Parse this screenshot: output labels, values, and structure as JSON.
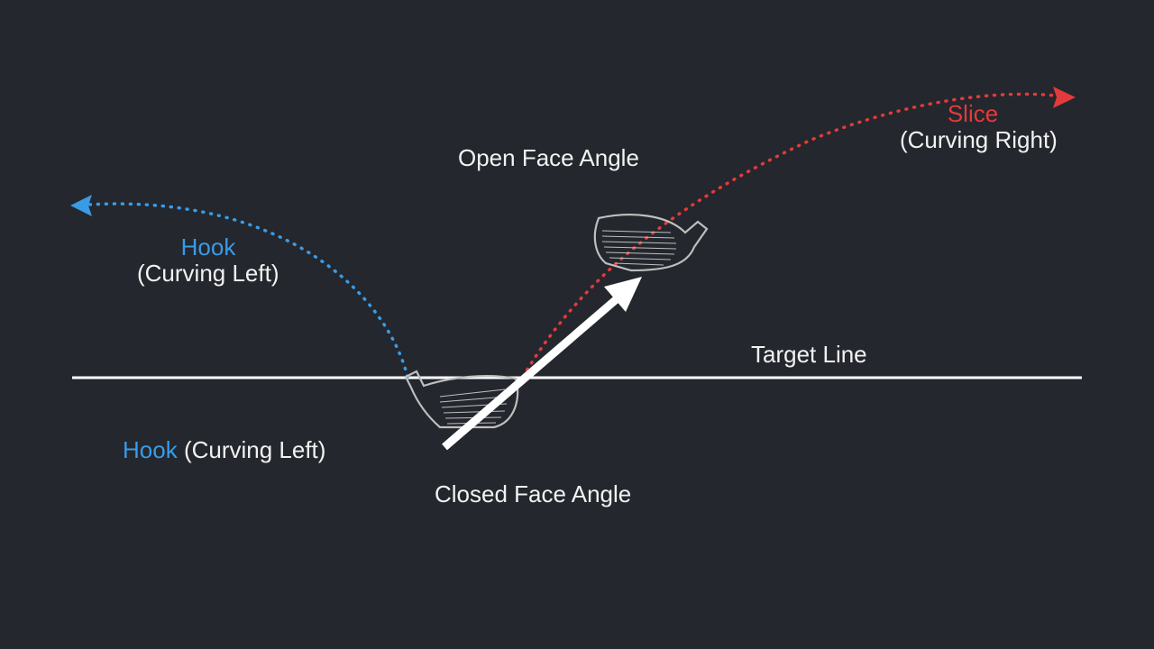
{
  "colors": {
    "background": "#24272d",
    "hook": "#3a9be6",
    "slice": "#e23b3b",
    "line": "#ffffff",
    "text": "#f2f2f2",
    "club": "#c9c9c9"
  },
  "labels": {
    "open_face": "Open Face Angle",
    "closed_face": "Closed Face Angle",
    "target_line": "Target Line",
    "slice_title": "Slice",
    "slice_sub": "(Curving Right)",
    "hook_top_title": "Hook",
    "hook_top_sub": "(Curving Left)",
    "hook_bottom_title": "Hook",
    "hook_bottom_sub": "(Curving Left)"
  },
  "icons": {
    "club_closed": "golf-club-head-icon",
    "club_open": "golf-club-head-icon",
    "swing_arrow": "arrow-up-right-icon"
  }
}
